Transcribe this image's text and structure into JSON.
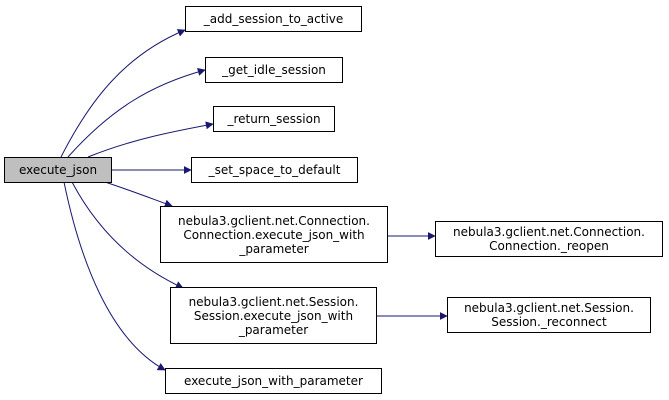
{
  "graph": {
    "root": {
      "label": "execute_json",
      "color": "#bfbfbf"
    },
    "callees": [
      {
        "lines": [
          "_add_session_to_active"
        ]
      },
      {
        "lines": [
          "_get_idle_session"
        ]
      },
      {
        "lines": [
          "_return_session"
        ]
      },
      {
        "lines": [
          "_set_space_to_default"
        ]
      },
      {
        "lines": [
          "nebula3.gclient.net.Connection.",
          "Connection.execute_json_with",
          "_parameter"
        ]
      },
      {
        "lines": [
          "nebula3.gclient.net.Session.",
          "Session.execute_json_with",
          "_parameter"
        ]
      },
      {
        "lines": [
          "execute_json_with_parameter"
        ]
      }
    ],
    "secondary": [
      {
        "lines": [
          "nebula3.gclient.net.Connection.",
          "Connection._reopen"
        ]
      },
      {
        "lines": [
          "nebula3.gclient.net.Session.",
          "Session._reconnect"
        ]
      }
    ],
    "edge_color": "#191970"
  }
}
